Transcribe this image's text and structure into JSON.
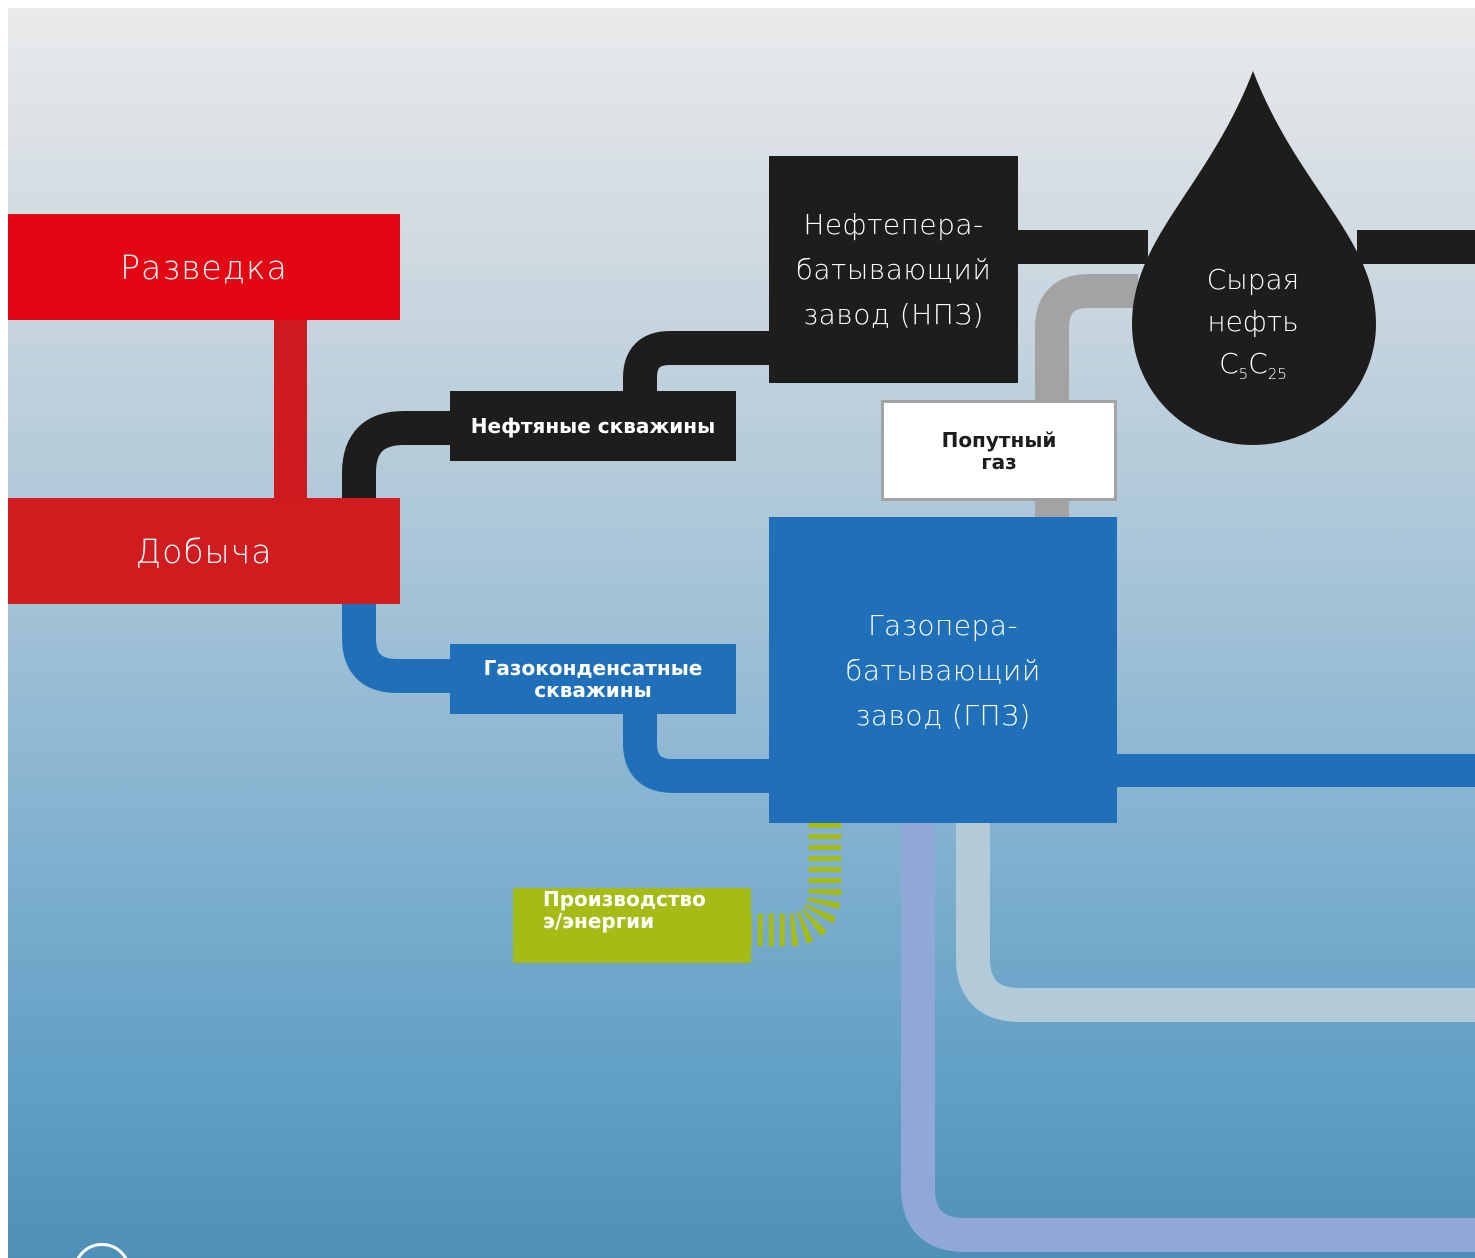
{
  "nodes": {
    "exploration": "Разведка",
    "production": "Добыча",
    "oil_wells": "Нефтяные скважины",
    "gas_condensate_wells_line1": "Газоконденсатные",
    "gas_condensate_wells_line2": "скважины",
    "refinery_line1": "Нефтепера-",
    "refinery_line2": "батывающий",
    "refinery_line3": "завод (НПЗ)",
    "associated_gas_line1": "Попутный",
    "associated_gas_line2": "газ",
    "gas_plant_line1": "Газопера-",
    "gas_plant_line2": "батывающий",
    "gas_plant_line3": "завод (ГПЗ)",
    "power_line1": "Производство",
    "power_line2": "э/энергии"
  },
  "oil_drop": {
    "line1": "Сырая",
    "line2": "нефть",
    "formula_c1": "C",
    "formula_sub1": "5",
    "formula_c2": "C",
    "formula_sub2": "25"
  },
  "colors": {
    "exploration": "#e30613",
    "production": "#d01c1f",
    "oil": "#1d1d1b",
    "gas": "#1f70b8",
    "associated_gas": "#a3a3a3",
    "power": "#a5bb16"
  }
}
